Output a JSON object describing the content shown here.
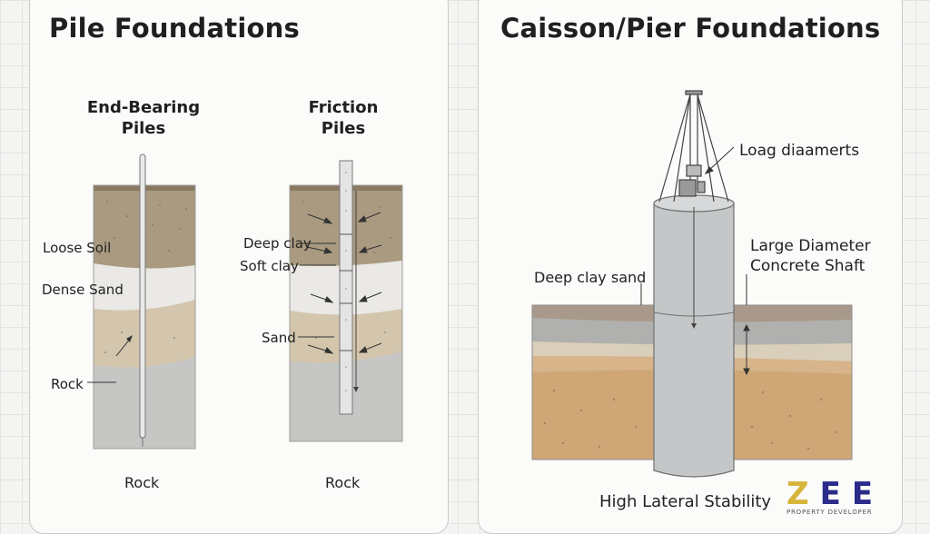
{
  "left_panel": {
    "title": "Pile Foundations",
    "end_bearing": {
      "title_line1": "End-Bearing",
      "title_line2": "Piles"
    },
    "friction": {
      "title_line1": "Friction",
      "title_line2": "Piles"
    },
    "labels": {
      "loose_soil": "Loose Soil",
      "dense_sand": "Dense Sand",
      "rock_side": "Rock",
      "rock_bottom_left": "Rock",
      "deep_clay": "Deep clay",
      "soft_clay": "Soft clay",
      "sand": "Sand",
      "rock_bottom_right": "Rock"
    }
  },
  "right_panel": {
    "title": "Caisson/Pier Foundations",
    "labels": {
      "load_diameters": "Loag diaamerts",
      "large_diameter_line1": "Large Diameter",
      "large_diameter_line2": "Concrete Shaft",
      "deep_clay_sand": "Deep clay sand",
      "high_lateral_stability": "High Lateral Stability"
    }
  },
  "logo": {
    "z": "Z",
    "letters": "EE",
    "tagline": "PROPERTY DEVELOPER"
  },
  "colors": {
    "topsoil": "#a99a80",
    "dense_sand": "#e9e8e4",
    "sand_layer": "#d3c6ad",
    "rock": "#c9c9c7",
    "caisson_sand": "#cfa777",
    "caisson_gray": "#b0b0ae",
    "shaft": "#c4c6c7",
    "logo_blue": "#2a2a8a",
    "logo_gold": "#d8b53a"
  }
}
